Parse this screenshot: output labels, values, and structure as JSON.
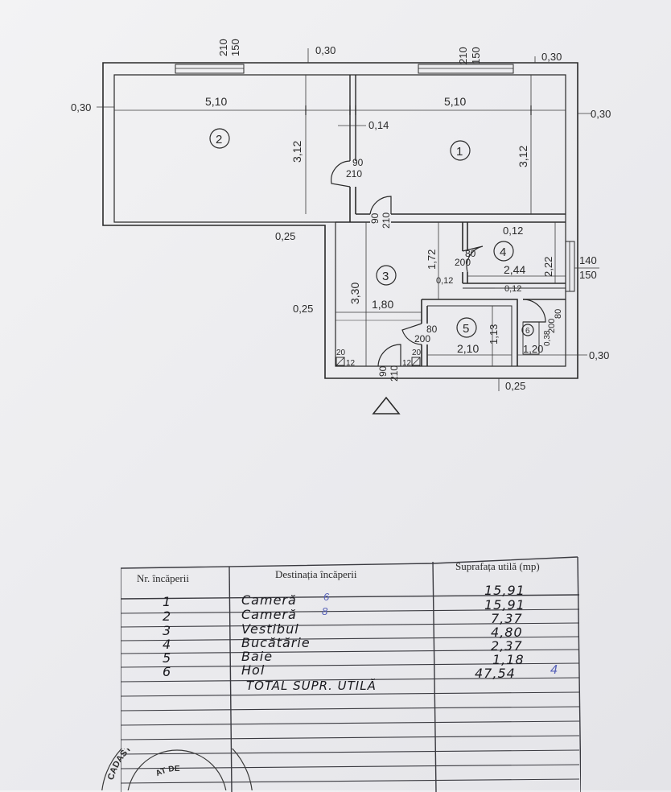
{
  "plan": {
    "top_window_left": [
      "210",
      "150"
    ],
    "top_window_right": [
      "210",
      "150"
    ],
    "top_wall_mid": "0,30",
    "top_wall_right": "0,30",
    "left_wall": "0,30",
    "right_wall": "0,30",
    "room2_width": "5,10",
    "room1_width": "5,10",
    "partition": "0,14",
    "room2_height": "3,12",
    "room1_height": "3,12",
    "room2_number": "2",
    "room1_number": "1",
    "door_a": [
      "90",
      "210"
    ],
    "door_b": [
      "90",
      "210"
    ],
    "wall_025_a": "0,25",
    "wall_025_b": "0,25",
    "room3_number": "3",
    "room3_height": "3,30",
    "room3_width": "1,80",
    "wall_012_a": "0,12",
    "door_c": [
      "80",
      "200"
    ],
    "room4_number": "4",
    "room4_width": "2,44",
    "room4_height": "2,22",
    "hall_height": "1,72",
    "wall_012_b": "0,12",
    "wall_012_c": "0,12",
    "right_window": [
      "140",
      "150"
    ],
    "door_d": [
      "80",
      "200"
    ],
    "room5_number": "5",
    "room5_width": "2,10",
    "room5_height": "1,13",
    "room6_number": "6",
    "room6_width": "1,20",
    "room6_height": "0,38",
    "door_e": [
      "80",
      "200"
    ],
    "vent_a": [
      "20",
      "12"
    ],
    "vent_b": [
      "20",
      "12"
    ],
    "entry_door": [
      "90",
      "210"
    ],
    "bottom_wall": "0,25",
    "right_wall_low": "0,30"
  },
  "table": {
    "headers": [
      "Nr. încăperii",
      "Destinația încăperii",
      "Suprafața utilă (mp)"
    ],
    "rows": [
      {
        "nr": "1",
        "name": "Cameră",
        "area": "15,91",
        "mark": "6"
      },
      {
        "nr": "2",
        "name": "Cameră",
        "area": "15,91",
        "mark": "8"
      },
      {
        "nr": "3",
        "name": "Vestibul",
        "area": "7,37",
        "mark": ""
      },
      {
        "nr": "4",
        "name": "Bucătărie",
        "area": "4,80",
        "mark": ""
      },
      {
        "nr": "5",
        "name": "Baie",
        "area": "2,37",
        "mark": ""
      },
      {
        "nr": "6",
        "name": "Hol",
        "area": "1,18",
        "mark": ""
      }
    ],
    "total_label": "TOTAL SUPR. UTILĂ",
    "total_value": "47,54",
    "total_mark": "4"
  },
  "stamp": {
    "line1": "CADASTRU, GEODEZIE",
    "line2": "AT DE"
  }
}
